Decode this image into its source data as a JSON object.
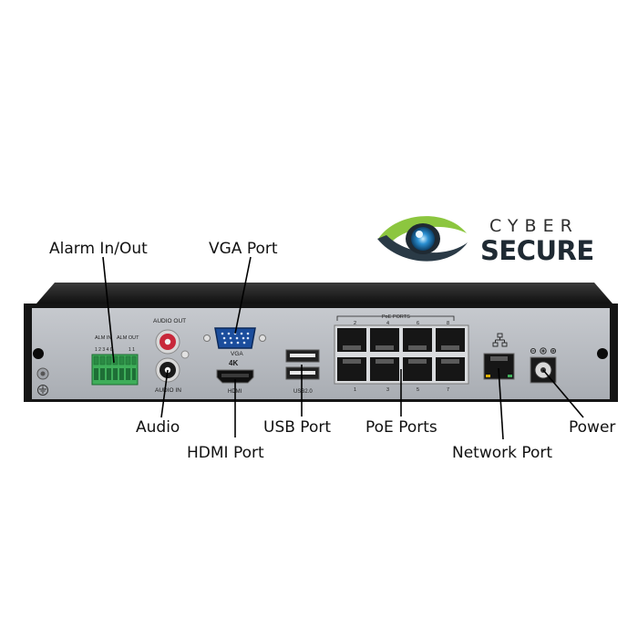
{
  "logo": {
    "line1": "CYBER",
    "line2": "SECURE",
    "colors": {
      "green": "#8cc63f",
      "blue": "#2a8fd1",
      "dark": "#1f2a33"
    }
  },
  "panel": {
    "alarm_in": "ALM IN",
    "alarm_out": "ALM OUT",
    "alarm_pins_in": "1 2 3 4 G",
    "alarm_pins_out": "1 1",
    "audio_out": "AUDIO OUT",
    "audio_in": "AUDIO IN",
    "vga": "VGA",
    "hdmi_4k": "4K",
    "hdmi": "HDMI",
    "usb": "USB2.0",
    "poe_ports": "PoE PORTS",
    "poe_top_numbers": [
      "2",
      "4",
      "6",
      "8"
    ],
    "poe_bottom_numbers": [
      "1",
      "3",
      "5",
      "7"
    ],
    "colors": {
      "faceplate": "#b8bcc2",
      "chassis": "#151515",
      "terminal": "#3fae5a"
    }
  },
  "callouts": {
    "alarm": "Alarm In/Out",
    "vga": "VGA Port",
    "audio": "Audio",
    "hdmi": "HDMI Port",
    "usb": "USB Port",
    "poe": "PoE Ports",
    "network": "Network Port",
    "power": "Power"
  }
}
